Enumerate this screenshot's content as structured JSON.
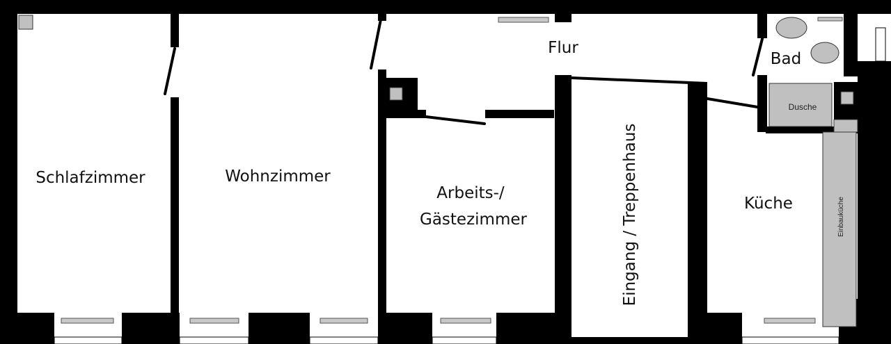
{
  "floorplan": {
    "rooms": {
      "schlafzimmer": "Schlafzimmer",
      "wohnzimmer": "Wohnzimmer",
      "arbeits_line1": "Arbeits-/",
      "arbeits_line2": "Gästezimmer",
      "flur": "Flur",
      "bad": "Bad",
      "eingang": "Eingang / Treppenhaus",
      "kueche": "Küche"
    },
    "fixtures": {
      "dusche": "Dusche",
      "einbaukueche": "Einbauküche"
    }
  },
  "colors": {
    "wall": "#000000",
    "fixture": "#c0c0c0",
    "background": "#ffffff"
  }
}
